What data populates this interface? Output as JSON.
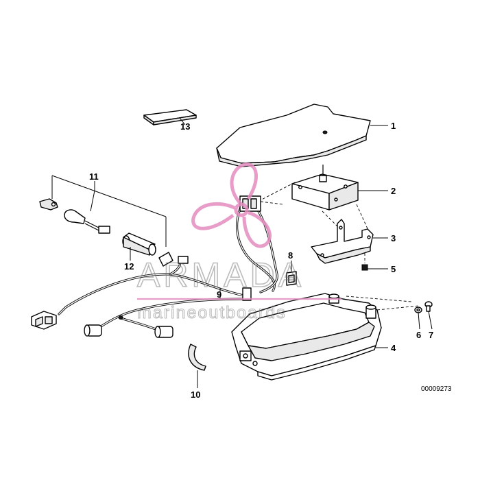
{
  "callouts": {
    "c1": "1",
    "c2": "2",
    "c3": "3",
    "c4": "4",
    "c5": "5",
    "c6": "6",
    "c7": "7",
    "c8": "8",
    "c9": "9",
    "c10": "10",
    "c11": "11",
    "c12": "12",
    "c13": "13"
  },
  "reference_number": "00009273",
  "watermark": {
    "brand": "ARMADA",
    "tagline": "marineoutboards",
    "logo_color": "#e58cc0"
  }
}
